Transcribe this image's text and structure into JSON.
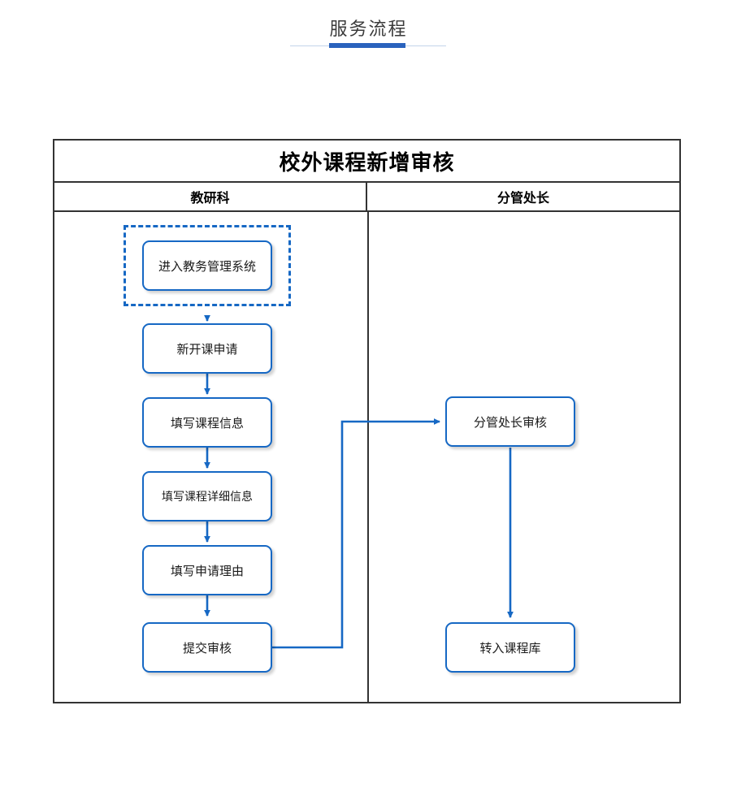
{
  "header": {
    "title": "服务流程",
    "accent_color": "#2a62bd",
    "rule_color": "#c3d4ea"
  },
  "flow": {
    "title": "校外课程新增审核",
    "lanes": [
      {
        "name": "教研科"
      },
      {
        "name": "分管处长"
      }
    ],
    "node_border_color": "#1668c4",
    "connector_color": "#1668c4",
    "table_border_color": "#333333",
    "nodes": [
      {
        "id": "enter-system",
        "label": "进入教务管理系统",
        "lane": "教研科",
        "selected": true
      },
      {
        "id": "new-course-apply",
        "label": "新开课申请",
        "lane": "教研科",
        "selected": false
      },
      {
        "id": "fill-course-info",
        "label": "填写课程信息",
        "lane": "教研科",
        "selected": false
      },
      {
        "id": "fill-course-detail",
        "label": "填写课程详细信息",
        "lane": "教研科",
        "selected": false
      },
      {
        "id": "fill-reason",
        "label": "填写申请理由",
        "lane": "教研科",
        "selected": false
      },
      {
        "id": "submit-review",
        "label": "提交审核",
        "lane": "教研科",
        "selected": false
      },
      {
        "id": "director-review",
        "label": "分管处长审核",
        "lane": "分管处长",
        "selected": false
      },
      {
        "id": "into-course-lib",
        "label": "转入课程库",
        "lane": "分管处长",
        "selected": false
      }
    ],
    "edges": [
      {
        "from": "enter-system",
        "to": "new-course-apply"
      },
      {
        "from": "new-course-apply",
        "to": "fill-course-info"
      },
      {
        "from": "fill-course-info",
        "to": "fill-course-detail"
      },
      {
        "from": "fill-course-detail",
        "to": "fill-reason"
      },
      {
        "from": "fill-reason",
        "to": "submit-review"
      },
      {
        "from": "submit-review",
        "to": "director-review"
      },
      {
        "from": "director-review",
        "to": "into-course-lib"
      }
    ]
  }
}
